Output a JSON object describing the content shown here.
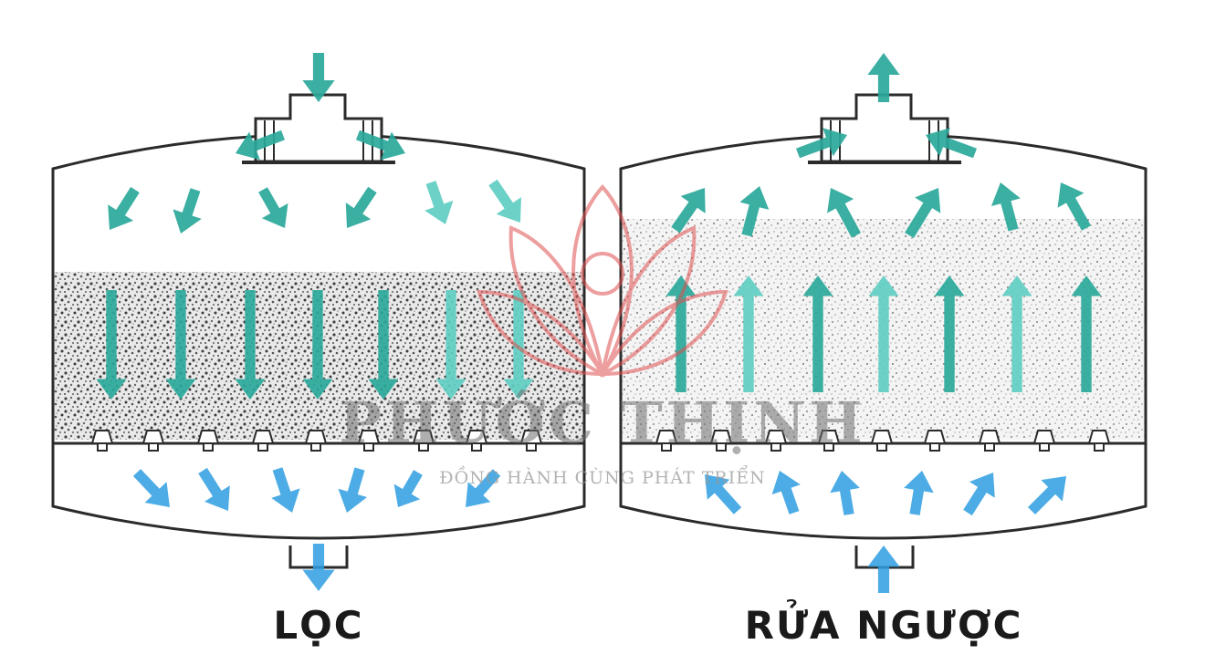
{
  "diagram": {
    "labels": {
      "filter": "LỌC",
      "backwash": "RỬA NGƯỢC"
    },
    "watermark": {
      "brand": "PHƯỚC THỊNH",
      "slogan": "ĐỒNG HÀNH CÙNG PHÁT TRIỂN"
    },
    "colors": {
      "arrow_teal": "#2aa89a",
      "arrow_teal_light": "#5fcdc2",
      "arrow_blue": "#2e9ee0",
      "tank_outline": "#2b2b2b",
      "media_dark": "#8c8c8c",
      "media_light": "#cfcfcf",
      "watermark_logo": "#e0504f"
    }
  }
}
